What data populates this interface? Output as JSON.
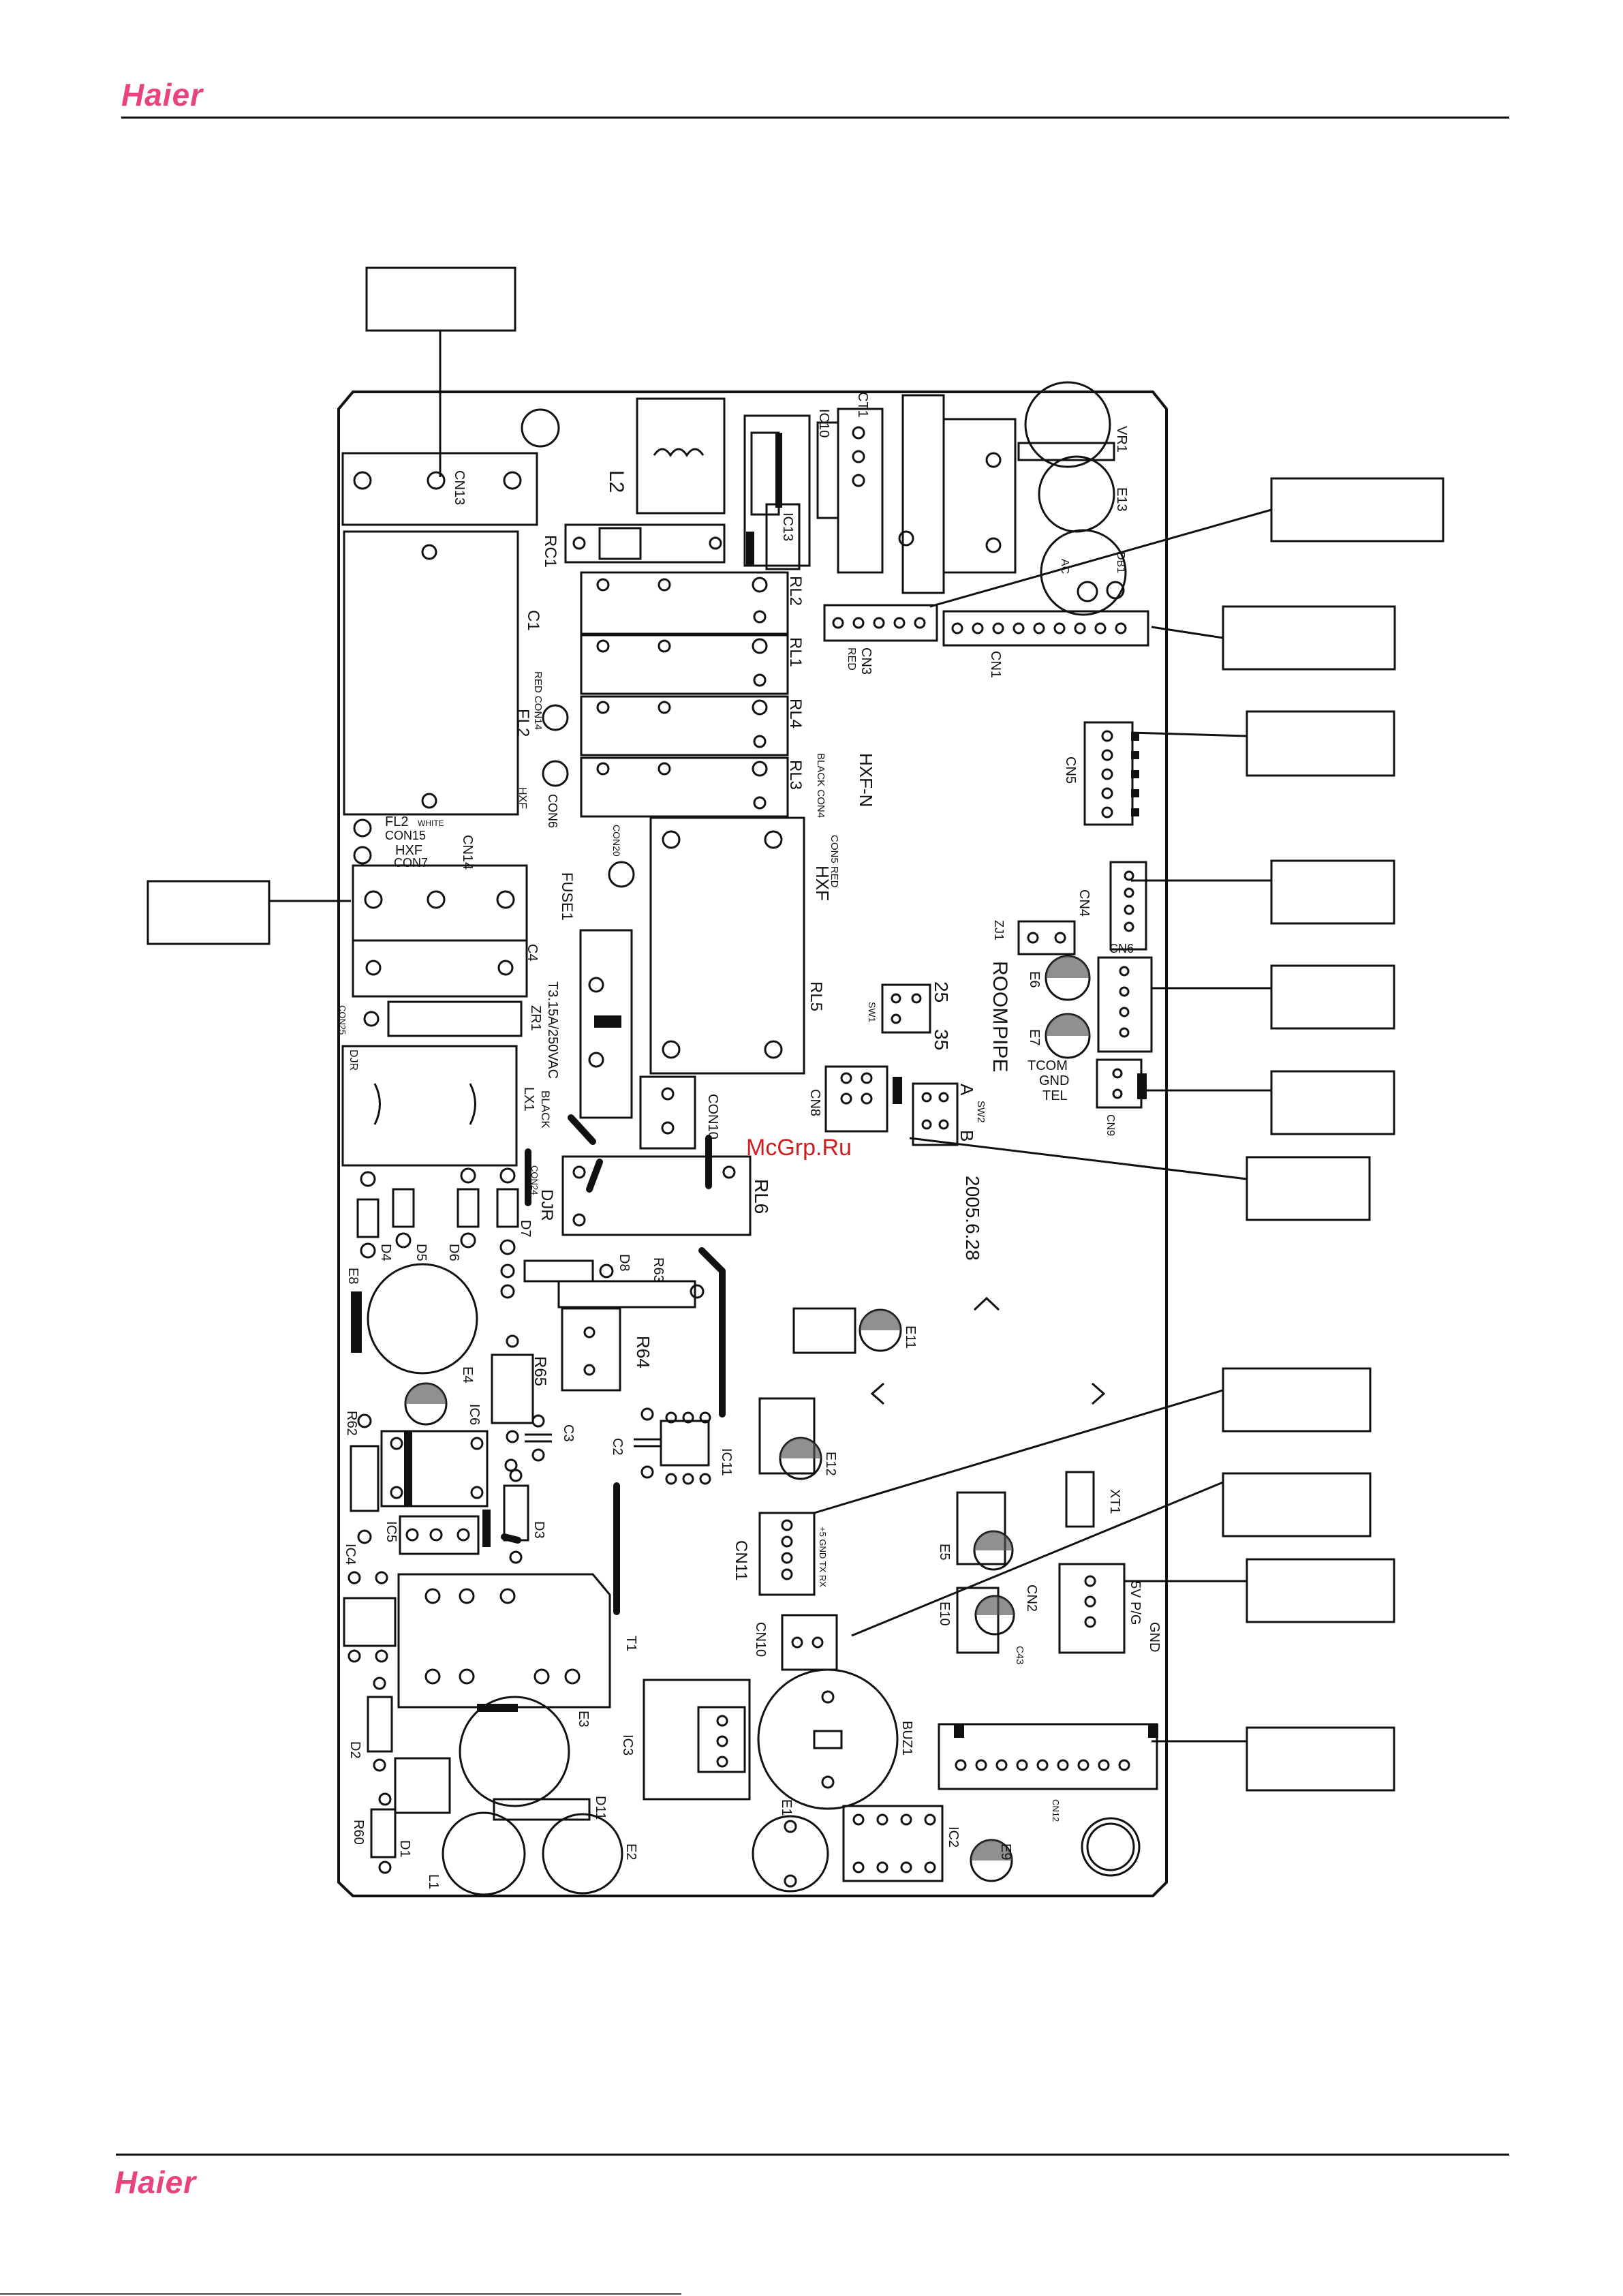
{
  "header": {
    "brand": "Haier"
  },
  "footer": {
    "brand": "Haier"
  },
  "watermark": "McGrp.Ru",
  "colors": {
    "brand": "#e8437f",
    "watermark": "#cc1e1e",
    "line": "#111111"
  },
  "board": {
    "labels": {
      "cn13": "CN13",
      "l2": "L2",
      "ic13": "IC13",
      "ic10": "IC10",
      "ct1": "CT1",
      "vr1": "VR1",
      "e13": "E13",
      "rc1": "RC1",
      "rl2": "RL2",
      "ac": "AC",
      "db1": "DB1",
      "c1": "C1",
      "rl1": "RL1",
      "cn3": "CN3",
      "red1": "RED",
      "cn1": "CN1",
      "red_con14": "RED CON14",
      "fl2_a": "FL2",
      "rl4": "RL4",
      "black_con4": "BLACK CON4",
      "hxf_n": "HXF-N",
      "rl3": "RL3",
      "hxf_a": "HXF",
      "con6": "CON6",
      "cn5": "CN5",
      "fl2_white": "FL2",
      "white": "WHITE",
      "con15": "CON15",
      "hxf_b": "HXF",
      "con7": "CON7",
      "cn14": "CN14",
      "con20": "CON20",
      "con5_red": "CON5 RED",
      "hxf_c": "HXF",
      "fuse1": "FUSE1",
      "c4": "C4",
      "cn4": "CN4",
      "cn6": "CN6",
      "zj1": "ZJ1",
      "room": "ROOM",
      "pipe": "PIPE",
      "e6": "E6",
      "e7": "E7",
      "con25": "CON25",
      "zr1": "ZR1",
      "fuse_rating": "T3.15A/250VAC",
      "rl5": "RL5",
      "sw1": "SW1",
      "n25": "25",
      "n35": "35",
      "tcom": "TCOM",
      "gnd": "GND",
      "tel": "TEL",
      "cn9": "CN9",
      "djr_a": "DJR",
      "lx1": "LX1",
      "black2": "BLACK",
      "cn8": "CN8",
      "a": "A",
      "b": "B",
      "sw2": "SW2",
      "con10": "CON10",
      "con24": "CON24",
      "djr_b": "DJR",
      "rl6": "RL6",
      "date": "2005.6.28",
      "d4": "D4",
      "d5": "D5",
      "d6": "D6",
      "d7": "D7",
      "d8": "D8",
      "r63": "R63",
      "e8": "E8",
      "e11": "E11",
      "r65": "R65",
      "r64": "R64",
      "e4": "E4",
      "r62": "R62",
      "ic6": "IC6",
      "c3": "C3",
      "c2": "C2",
      "ic11": "IC11",
      "e12": "E12",
      "ic5": "IC5",
      "d3": "D3",
      "xt1": "XT1",
      "ic4": "IC4",
      "cn11": "CN11",
      "cn11_pins": "+5 GND TX RX",
      "e5": "E5",
      "t1": "T1",
      "cn10": "CN10",
      "e10": "E10",
      "cn2": "CN2",
      "c43": "C43",
      "p5v": "5V",
      "pg": "P/G",
      "gnd2": "GND",
      "e3": "E3",
      "ic3": "IC3",
      "buz1": "BUZ1",
      "d2": "D2",
      "cn12": "CN12",
      "r60": "R60",
      "d1": "D1",
      "l1": "L1",
      "d11": "D11",
      "e2": "E2",
      "e1": "E1",
      "ic2": "IC2",
      "e9": "E9"
    }
  }
}
